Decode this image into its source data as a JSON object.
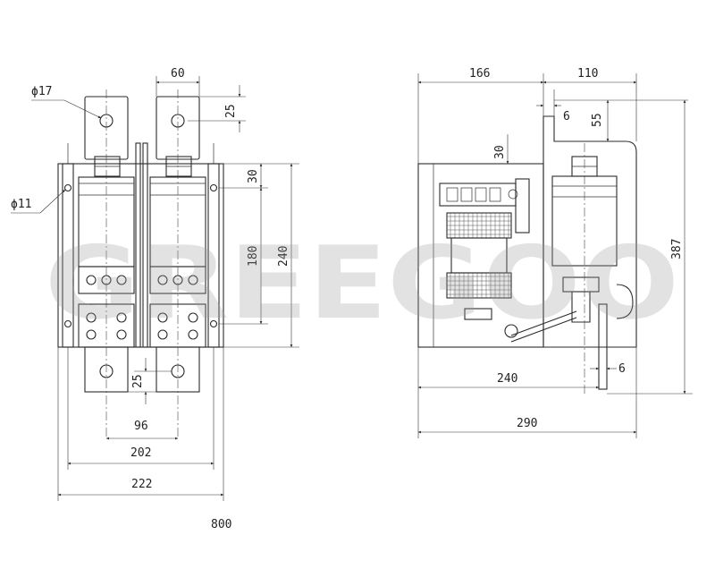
{
  "watermark": {
    "text": "GREEGOO",
    "color_main": "#9a9a9a",
    "color_accent": "#e8303a"
  },
  "front_view": {
    "dims": {
      "phi17": "ϕ17",
      "phi11": "ϕ11",
      "d60": "60",
      "d25_top": "25",
      "d30": "30",
      "d180": "180",
      "d240": "240",
      "d25_bottom": "25",
      "d96": "96",
      "d202": "202",
      "d222": "222"
    }
  },
  "side_view": {
    "dims": {
      "d166": "166",
      "d110": "110",
      "d6_top": "6",
      "d55": "55",
      "d30": "30",
      "d387": "387",
      "d6_bottom": "6",
      "d240": "240",
      "d290": "290"
    }
  },
  "caption": "800"
}
